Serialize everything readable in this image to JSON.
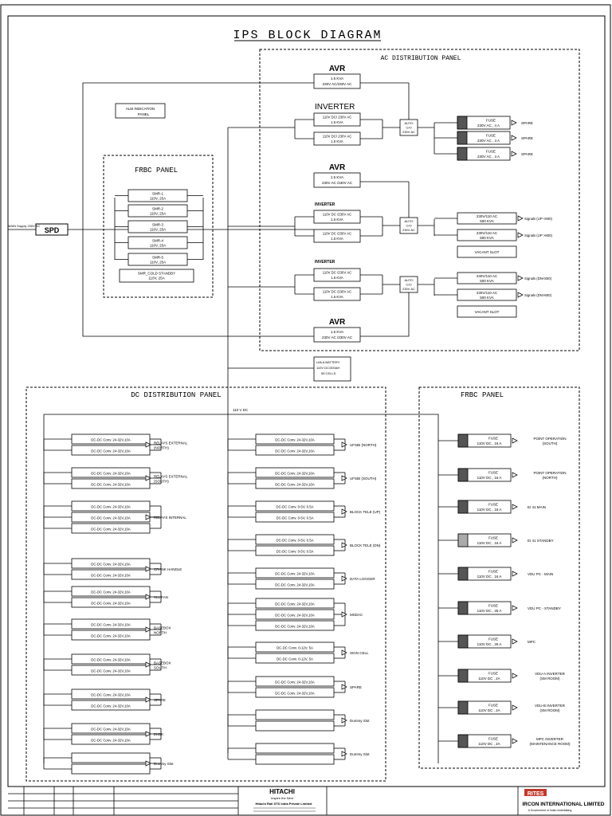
{
  "title": "IPS BLOCK DIAGRAM",
  "panels": {
    "ac": "AC DISTRIBUTION PANEL",
    "frbc_top": "FRBC PANEL",
    "dc": "DC DISTRIBUTION PANEL",
    "frbc_bottom": "FRBC PANEL"
  },
  "main_supply": "MAIN Supply 230V AC",
  "spd": "SPD",
  "alarm_panel": [
    "ALM INDICATION",
    "PANEL"
  ],
  "smr": [
    [
      "SMR-1",
      "110V, 25A"
    ],
    [
      "SMR-2",
      "110V, 25A"
    ],
    [
      "SMR-3",
      "110V, 25A"
    ],
    [
      "SMR-4",
      "110V, 25A"
    ],
    [
      "SMR-5",
      "110V, 25A"
    ],
    [
      "SMR_COLD STANDBY",
      "110V, 25A"
    ]
  ],
  "avr": [
    {
      "label": "AVR",
      "l1": "1.5 KVA",
      "l2": "230V AC/230V AC"
    },
    {
      "label": "AVR",
      "l1": "1.5 KVA",
      "l2": "230V AC /230V AC"
    },
    {
      "label": "AVR",
      "l1": "1.5 KVA",
      "l2": "230V AC /230V AC"
    }
  ],
  "inverter_groups": [
    {
      "label": "INVERTER",
      "inv": [
        [
          "110V DC/ 230V AC",
          "1.5 KVA"
        ],
        [
          "110V DC/ 230V AC",
          "1.5 KVA"
        ]
      ],
      "co": [
        "AUTO",
        "C/O",
        "230V AC"
      ]
    },
    {
      "label": "INVERTER",
      "inv": [
        [
          "110V DC /230V AC",
          "1.5 KVA"
        ],
        [
          "110V DC /230V AC",
          "1.5 KVA"
        ]
      ],
      "co": [
        "AUTO",
        "C/O",
        "230V AC"
      ]
    },
    {
      "label": "INVERTER",
      "inv": [
        [
          "110V DC /230V AC",
          "1.5 KVA"
        ],
        [
          "110V DC /230V AC",
          "1.5 KVA"
        ]
      ],
      "co": [
        "AUTO",
        "C/O",
        "230V AC"
      ]
    }
  ],
  "ac_fuses": [
    {
      "l1": "FUSE",
      "l2": "230V AC , 4 A",
      "out": "SPARE"
    },
    {
      "l1": "FUSE",
      "l2": "230V AC , 4 A",
      "out": "SPARE"
    },
    {
      "l1": "FUSE",
      "l2": "230V AC , 4 A",
      "out": "SPARE"
    }
  ],
  "ac_outputs_2": [
    {
      "l1": "230V/110 AC",
      "l2": "500 KVA",
      "out": "Signals (UP <800)"
    },
    {
      "l1": "230V/110 AC",
      "l2": "500 KVA",
      "out": "Signals (UP >800)"
    },
    {
      "l1": "VACANT SLOT",
      "l2": "",
      "out": ""
    }
  ],
  "ac_outputs_3": [
    {
      "l1": "230V/110 AC",
      "l2": "500 KVA",
      "out": "Signals (DN<800)"
    },
    {
      "l1": "230V/110 AC",
      "l2": "500 KVA",
      "out": "Signals (DN>800)"
    },
    {
      "l1": "VACANT SLOT",
      "l2": "",
      "out": ""
    }
  ],
  "battery": [
    "LMLA BATTERY",
    "110V DC/300AH",
    "55 CELLS"
  ],
  "dc_bus_label": "110 V DC",
  "dc_left": [
    {
      "conv": [
        "DC-DC Conv. 24-32V,10A",
        "DC-DC Conv. 24-32V,10A"
      ],
      "out": [
        "RELAYS EXTERNAL",
        "(NORTH)"
      ]
    },
    {
      "conv": [
        "DC-DC Conv. 24-32V,10A",
        "DC-DC Conv. 24-32V,10A"
      ],
      "out": [
        "RELAYS EXTERNAL",
        "(SOUTH)"
      ]
    },
    {
      "conv": [
        "DC-DC Conv. 24-32V,10A",
        "DC-DC Conv. 24-32V,10A",
        "DC-DC Conv. 24-32V,10A"
      ],
      "out": [
        "RELAYS INTERNAL"
      ]
    },
    {
      "conv": [
        "DC-DC Conv. 24-32V,10A",
        "DC-DC Conv. 24-32V,10A"
      ],
      "out": [
        "CRANK HANDLE"
      ]
    },
    {
      "conv": [
        "DC-DC Conv. 24-32V,10A",
        "DC-DC Conv. 24-32V,10A"
      ],
      "out": [
        "ALL FAN"
      ]
    },
    {
      "conv": [
        "DC-DC Conv. 24-32V,10A",
        "DC-DC Conv. 24-32V,10A"
      ],
      "out": [
        "BASEBOX",
        "NORTH"
      ]
    },
    {
      "conv": [
        "DC-DC Conv. 24-32V,10A",
        "DC-DC Conv. 24-32V,10A"
      ],
      "out": [
        "BASEBOX",
        "SOUTH"
      ]
    },
    {
      "conv": [
        "DC-DC Conv. 24-32V,10A",
        "DC-DC Conv. 24-32V,10A"
      ],
      "out": [
        "SPARE"
      ]
    },
    {
      "conv": [
        "DC-DC Conv. 24-32V,10A",
        "DC-DC Conv. 24-32V,10A"
      ],
      "out": [
        "EKDK"
      ]
    },
    {
      "conv": [
        "",
        ""
      ],
      "out": [
        "Dummy Slot"
      ]
    }
  ],
  "dc_mid": [
    {
      "conv": [
        "DC-DC Conv. 24-32V,10A",
        "DC-DC Conv. 24-32V,10A"
      ],
      "out": [
        "UFSBI (NORTH)"
      ]
    },
    {
      "conv": [
        "DC-DC Conv. 24-32V,10A",
        "DC-DC Conv. 24-32V,10A"
      ],
      "out": [
        "UFSBI (SOUTH)"
      ]
    },
    {
      "conv": [
        "DC-DC Conv. 0-5V, 0.5A",
        "DC-DC Conv. 0-5V, 0.5A"
      ],
      "out": [
        "BLOCK TELE (UP)"
      ]
    },
    {
      "conv": [
        "DC-DC Conv. 0-5V, 0.5A",
        "DC-DC Conv. 0-5V, 0.5A"
      ],
      "out": [
        "BLOCK TELE (DN)"
      ]
    },
    {
      "conv": [
        "DC-DC Conv. 24-32V,10A",
        "DC-DC Conv. 24-32V,10A"
      ],
      "out": [
        "DATA LOGGER"
      ]
    },
    {
      "conv": [
        "DC-DC Conv. 24-32V,10A",
        "DC-DC Conv. 24-32V,10A",
        "DC-DC Conv. 24-32V,10A"
      ],
      "out": [
        "MSDAC"
      ]
    },
    {
      "conv": [
        "DC-DC Conv. 0-12V, 5A",
        "DC-DC Conv. 0-12V, 5A"
      ],
      "out": [
        "SIGN CELL"
      ]
    },
    {
      "conv": [
        "DC-DC Conv. 24-32V,10A",
        "DC-DC Conv. 24-32V,10A"
      ],
      "out": [
        "SPARE"
      ]
    },
    {
      "conv": [
        "",
        ""
      ],
      "out": [
        "Dummy Slot"
      ]
    },
    {
      "conv": [
        "",
        ""
      ],
      "out": [
        "Dummy Slot"
      ]
    }
  ],
  "frbc_fuses": [
    {
      "l1": "FUSE",
      "l2": "110V DC , 16 A",
      "out": [
        "POINT OPERATION",
        "(SOUTH)"
      ]
    },
    {
      "l1": "FUSE",
      "l2": "110V DC , 16 A",
      "out": [
        "POINT OPERATION",
        "(NORTH)"
      ]
    },
    {
      "l1": "FUSE",
      "l2": "110V DC , 16 A",
      "out": [
        "EI 41 MAIN"
      ]
    },
    {
      "l1": "FUSE",
      "l2": "110V DC , 16 A",
      "out": [
        "EI 41 STANDBY"
      ]
    },
    {
      "l1": "FUSE",
      "l2": "110V DC , 16 A",
      "out": [
        "VDU PC - MAIN"
      ]
    },
    {
      "l1": "FUSE",
      "l2": "110V DC , 25 A",
      "out": [
        "VDU PC - STANDBY"
      ]
    },
    {
      "l1": "FUSE",
      "l2": "110V DC , 25 A",
      "out": [
        "MPC"
      ]
    },
    {
      "l1": "FUSE",
      "l2": "110V DC , 2A",
      "out": [
        "VDU-A INVERTER",
        "(SM ROOM)"
      ]
    },
    {
      "l1": "FUSE",
      "l2": "110V DC , 2A",
      "out": [
        "VDU-B INVERTER",
        "(SM ROOM)"
      ]
    },
    {
      "l1": "FUSE",
      "l2": "110V DC , 2A",
      "out": [
        "MPC INVERTER",
        "(MAINTENANCE ROOM)"
      ]
    }
  ],
  "title_block": {
    "hitachi": "HITACHI",
    "tagline": "Inspire the Next",
    "company": "Hitachi Rail STS India Private Limited",
    "rites_logo": "RITES",
    "rites_name": "IRCON INTERNATIONAL LIMITED",
    "rites_sub": "A Government of India Undertaking"
  },
  "colors": {
    "line": "#000000",
    "fuse_fill": "#555555"
  }
}
